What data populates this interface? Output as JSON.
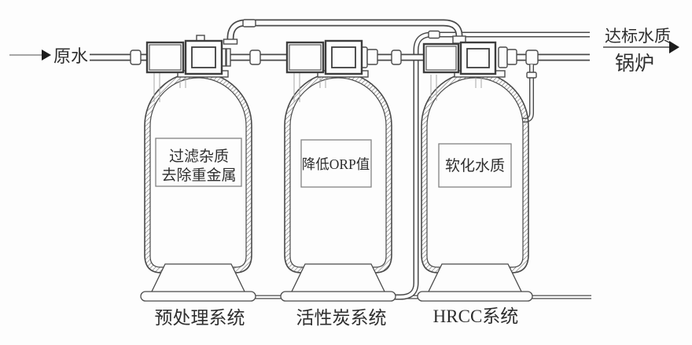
{
  "diagram_type": "water-treatment-process-flow",
  "colors": {
    "line": "#4a4a4a",
    "text": "#2e2e2e",
    "background": "#fdfdfd",
    "arrow_fill": "#1c1c1c",
    "label_box_border": "#828282"
  },
  "input": {
    "label": "原水"
  },
  "output": {
    "quality": "达标水质",
    "destination": "锅炉"
  },
  "tanks": [
    {
      "function_lines": [
        "过滤杂质",
        "去除重金属"
      ],
      "system": "预处理系统"
    },
    {
      "function_lines": [
        "降低ORP值"
      ],
      "system": "活性炭系统"
    },
    {
      "function_lines": [
        "软化水质"
      ],
      "system": "HRCC系统"
    }
  ]
}
